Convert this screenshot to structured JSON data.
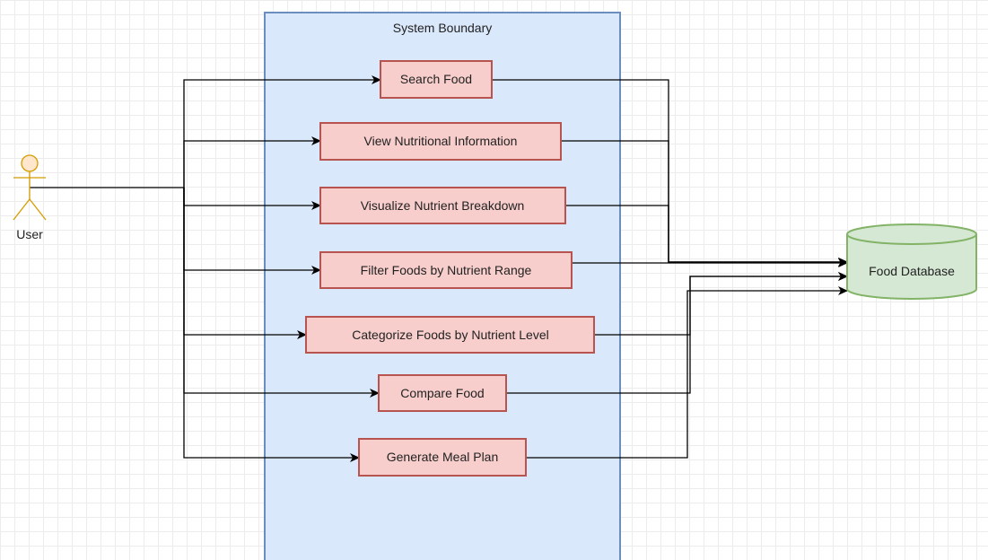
{
  "boundary": {
    "title": "System Boundary",
    "fill": "#dae8fc",
    "stroke": "#6c8ebf"
  },
  "actor": {
    "label": "User",
    "fill": "#ffe6cc",
    "stroke": "#d79b00"
  },
  "use_cases": [
    {
      "id": "search-food",
      "label": "Search Food"
    },
    {
      "id": "view-nutritional-information",
      "label": "View Nutritional Information"
    },
    {
      "id": "visualize-nutrient-breakdown",
      "label": "Visualize Nutrient Breakdown"
    },
    {
      "id": "filter-foods-by-nutrient-range",
      "label": "Filter Foods by Nutrient Range"
    },
    {
      "id": "categorize-foods-by-nutrient-level",
      "label": "Categorize Foods by Nutrient Level"
    },
    {
      "id": "compare-food",
      "label": "Compare Food"
    },
    {
      "id": "generate-meal-plan",
      "label": "Generate Meal Plan"
    }
  ],
  "use_case_style": {
    "fill": "#f8cecc",
    "stroke": "#b85450"
  },
  "database": {
    "label": "Food Database",
    "fill": "#d5e8d4",
    "stroke": "#82b366"
  },
  "connector_color": "#000000"
}
